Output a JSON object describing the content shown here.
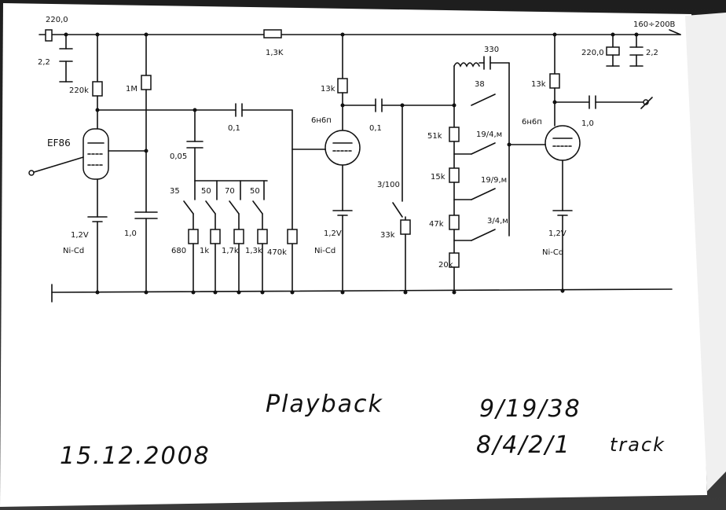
{
  "supply_labels": {
    "input_cap_value": "220,0",
    "input_cap_small": "2,2",
    "supply_voltage": "160÷200B",
    "output_filter_cap": "220,0",
    "output_filter_cap2": "2,2",
    "top_resistor": "1,3K"
  },
  "stage1": {
    "tube": "EF86",
    "anode_resistor": "220k",
    "screen_resistor": "1M",
    "coupling_cap": "0,1",
    "eq_cap": "0,05",
    "cathode_resistor": "1,2V",
    "cathode_note": "Ni-Cd",
    "screen_cap": "1,0"
  },
  "eq_switch": {
    "speeds": [
      "35",
      "50",
      "70",
      "50"
    ],
    "resistors": [
      "680",
      "1k",
      "1,7k",
      "1,3k",
      "470k"
    ]
  },
  "stage2": {
    "tube": "6н6п",
    "anode_resistor": "13k",
    "coupling_cap": "0,1",
    "cathode": "1,2V",
    "cathode_note": "Ni-Cd",
    "switch_label": "3/100",
    "switch_resistor": "33k"
  },
  "ladder": {
    "top_cap": "330",
    "inductor_switch": "38",
    "resistors": [
      "51k",
      "15k",
      "47k",
      "20k"
    ],
    "switches": [
      "19/4,м",
      "19/9,м",
      "3/4,м"
    ]
  },
  "stage3": {
    "tube": "6н6п",
    "anode_resistor": "13k",
    "output_cap": "1,0",
    "cathode": "1,2V",
    "cathode_note": "Ni-Cd"
  },
  "notes": {
    "title": "Playback",
    "speeds": "9/19/38",
    "tracks_numbers": "8/4/2/1",
    "tracks_word": "track",
    "date": "15.12.2008"
  },
  "colors": {
    "paper": "#ffffff",
    "ink": "#111111",
    "background": "#2a2a2a"
  }
}
